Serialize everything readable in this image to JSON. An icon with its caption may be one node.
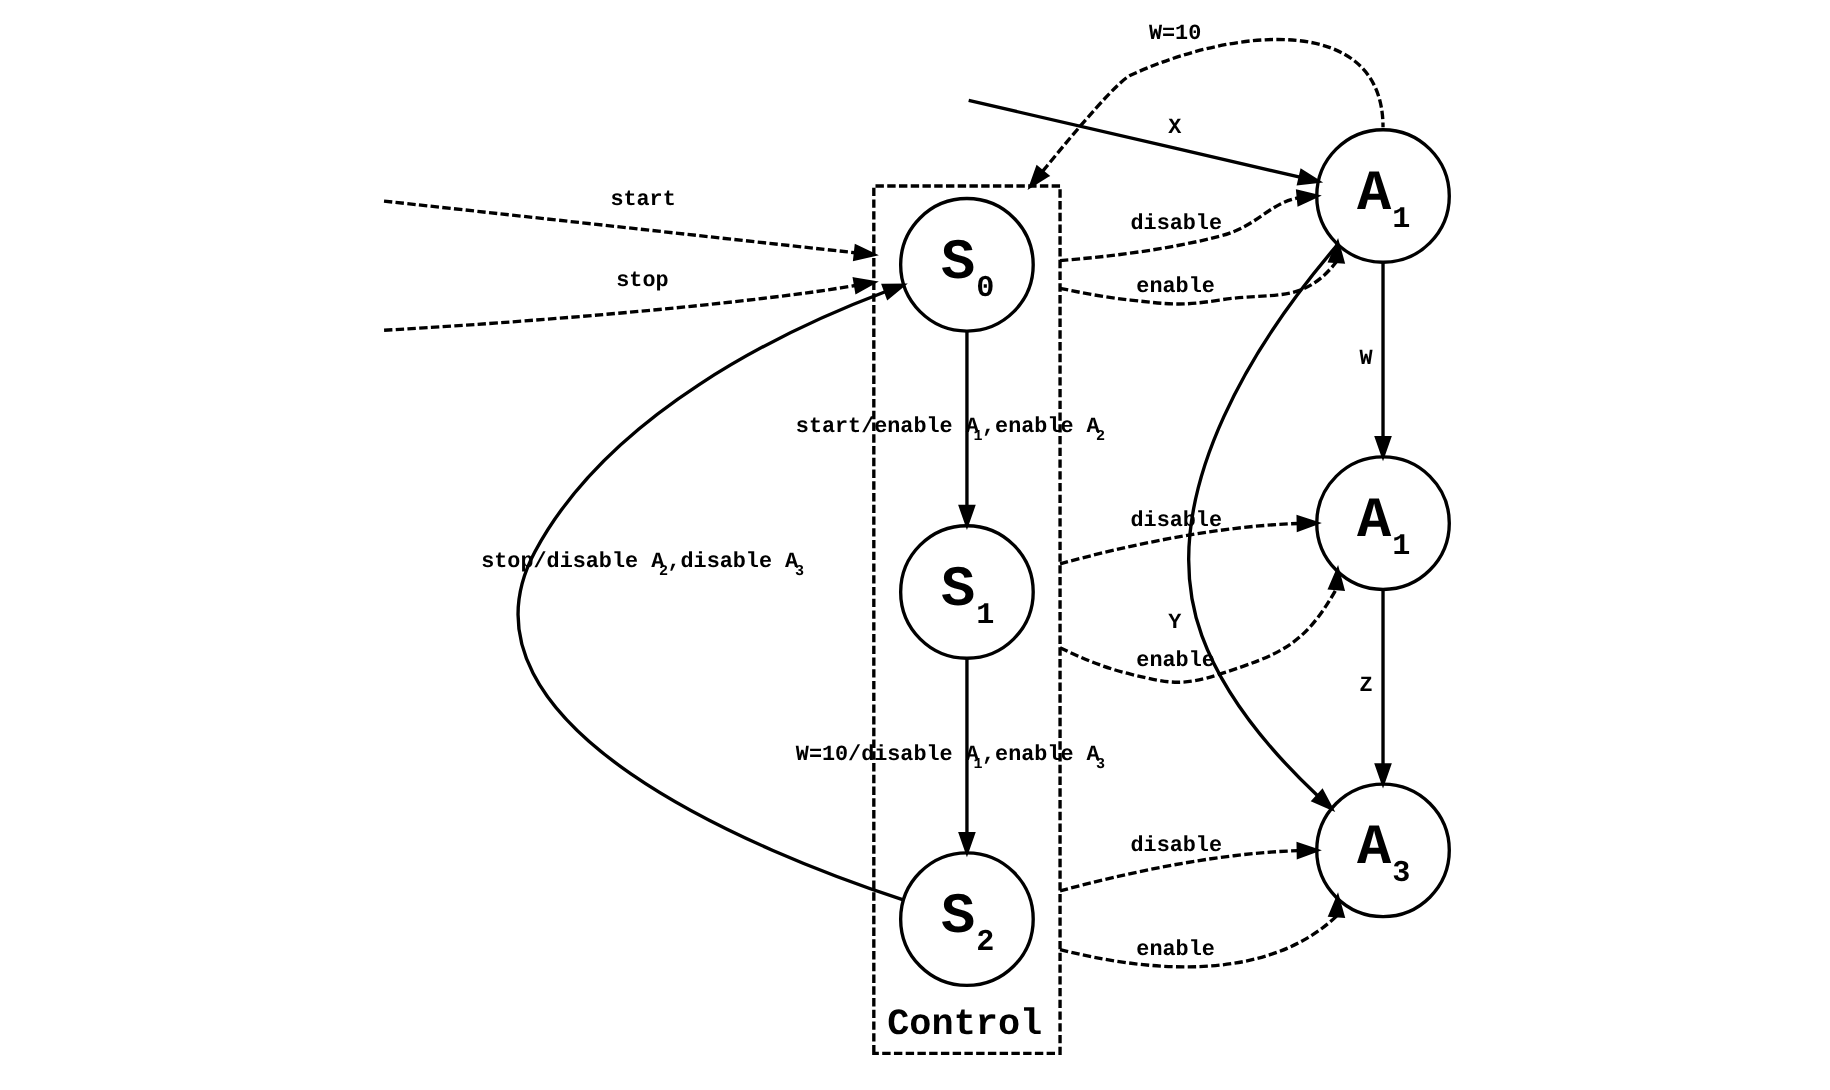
{
  "diagram": {
    "nodes": [
      {
        "text": [
          "Control"
        ]
      },
      {
        "text": [
          "S$_{0}$"
        ],
        "in": 0
      },
      {
        "text": [
          "S$_{1}$"
        ],
        "in": 0
      },
      {
        "text": [
          "S$_{2}$"
        ],
        "in": 0
      },
      {
        "text": [
          "A$_{1}$"
        ]
      },
      {
        "text": [
          "A$_{1}$"
        ]
      },
      {
        "text": [
          "A$_{3}$"
        ]
      }
    ],
    "edges": [
      {
        "from": null,
        "to": 0,
        "arrow": "to",
        "label": "start",
        "style": "dashed"
      },
      {
        "from": null,
        "to": 0,
        "arrow": "to",
        "label": "stop",
        "style": "dashed"
      },
      {
        "from": null,
        "to": 4,
        "arrow": "to",
        "label": "X"
      },
      {
        "from": 1,
        "to": 2,
        "arrow": "to",
        "label": "start/enable A$_{1}$,enable A$_{2}$"
      },
      {
        "from": 2,
        "to": 3,
        "arrow": "to",
        "label": "W=10/disable A$_{1}$,enable A$_{3}$"
      },
      {
        "from": 3,
        "to": 1,
        "arrow": "to",
        "label": "stop/disable A$_{2}$,disable A$_{3}$"
      },
      {
        "from": 4,
        "to": 0,
        "arrow": "to",
        "label": "W=10",
        "style": "dashed"
      },
      {
        "from": 0,
        "to": 4,
        "arrow": "to",
        "label": "disable",
        "style": "dashed"
      },
      {
        "from": 0,
        "to": 4,
        "arrow": "to",
        "label": "enable",
        "style": "dashed"
      },
      {
        "from": 4,
        "to": 5,
        "arrow": "to",
        "label": "W"
      },
      {
        "from": 4,
        "to": 6,
        "arrow": "to",
        "label": "Y"
      },
      {
        "from": 0,
        "to": 5,
        "arrow": "to",
        "label": "disable",
        "style": "dashed"
      },
      {
        "from": 0,
        "to": 5,
        "arrow": "to",
        "label": "enable",
        "style": "dashed"
      },
      {
        "from": 5,
        "to": 6,
        "arrow": "to",
        "label": "Z"
      },
      {
        "from": 0,
        "to": 6,
        "arrow": "to",
        "label": "disable",
        "style": "dashed"
      },
      {
        "from": 0,
        "to": 6,
        "arrow": "to",
        "label": "enable",
        "style": "dashed"
      }
    ]
  }
}
